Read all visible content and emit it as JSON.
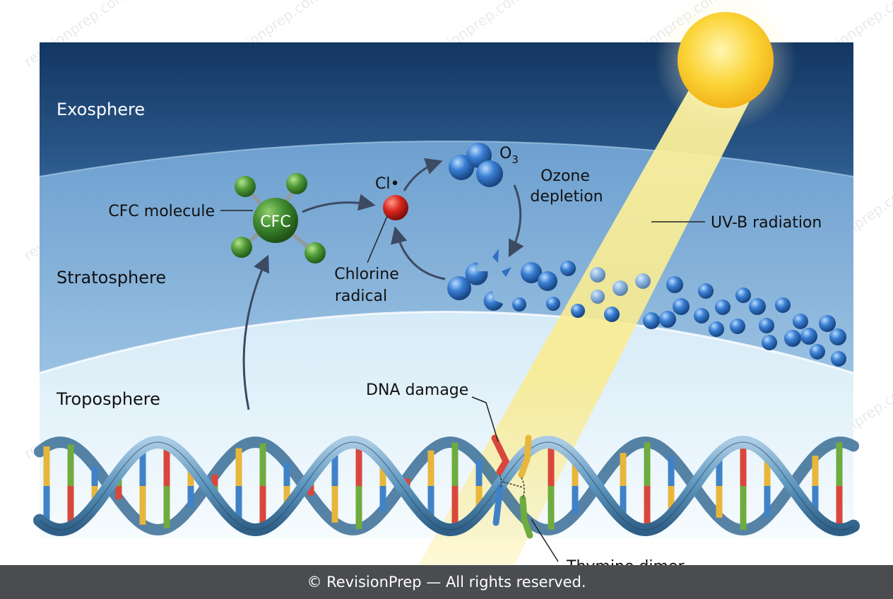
{
  "layers": {
    "exosphere": "Exosphere",
    "stratosphere": "Stratosphere",
    "troposphere": "Troposphere"
  },
  "labels": {
    "cfc_molecule": "CFC molecule",
    "cfc_core": "CFC",
    "cl_radical_symbol": "Cl•",
    "chlorine_radical_line1": "Chlorine",
    "chlorine_radical_line2": "radical",
    "o3_symbol": "O",
    "o3_subscript": "3",
    "ozone_depletion_line1": "Ozone",
    "ozone_depletion_line2": "depletion",
    "uvb_radiation": "UV-B radiation",
    "dna_damage": "DNA damage",
    "thymine_dimer": "Thymine dimer"
  },
  "watermark": "revisionprep.com",
  "footer": "© RevisionPrep — All rights reserved.",
  "colors": {
    "sky_top": "#163a66",
    "sky_mid": "#5f93c4",
    "sky_low": "#d8ecf7",
    "ozone_blue": "#2f6fc4",
    "cfc_green": "#3d8a33",
    "cl_red": "#d9261c",
    "sun_yellow": "#f7c520",
    "dna_blue": "#5d95bd",
    "base_red": "#d9473c",
    "base_blue": "#3f82c8",
    "base_green": "#6fab3e",
    "base_yellow": "#e8b63a"
  }
}
